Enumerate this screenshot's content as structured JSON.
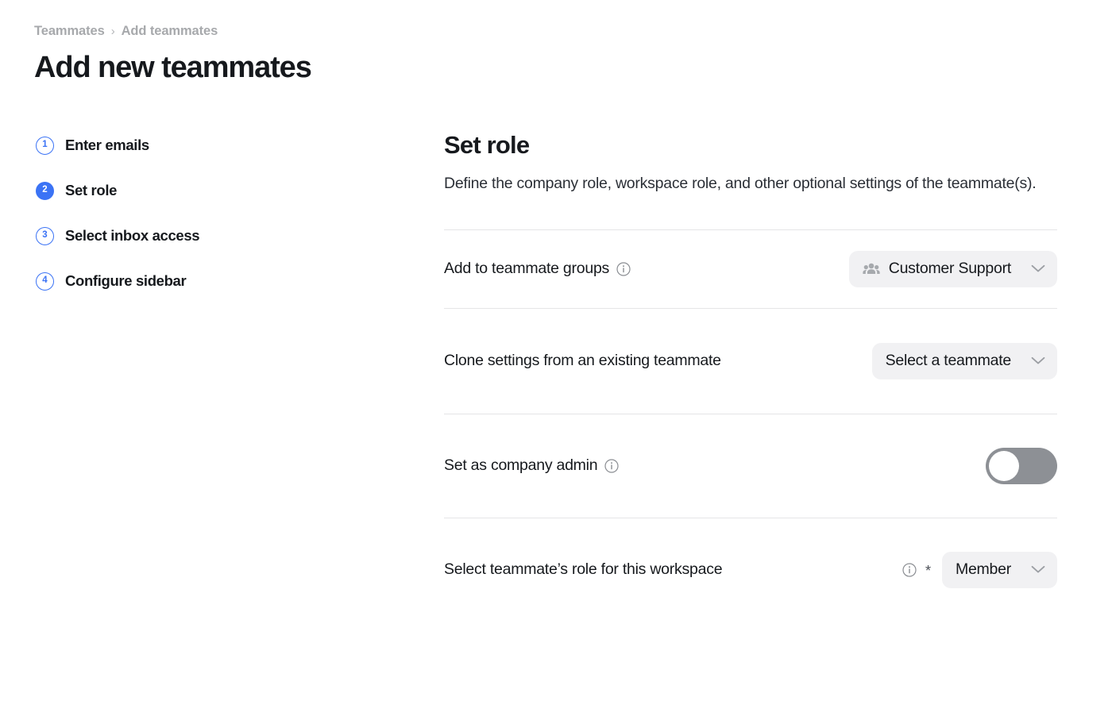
{
  "header": {
    "breadcrumb": {
      "root": "Teammates",
      "separator": "›",
      "current": "Add teammates"
    },
    "title": "Add new teammates"
  },
  "steps": [
    {
      "number": "1",
      "label": "Enter emails",
      "state": "idle"
    },
    {
      "number": "2",
      "label": "Set role",
      "state": "active"
    },
    {
      "number": "3",
      "label": "Select inbox access",
      "state": "idle"
    },
    {
      "number": "4",
      "label": "Configure sidebar",
      "state": "idle"
    }
  ],
  "panel": {
    "title": "Set role",
    "description": "Define the company role, workspace role, and other optional settings of the teammate(s)."
  },
  "rows": {
    "teammate_groups": {
      "label": "Add to teammate groups",
      "info_icon": "info-circle-icon",
      "control_icon": "people-group-icon",
      "value": "Customer Support",
      "chevron": "chevron-down-icon"
    },
    "clone_settings": {
      "label": "Clone settings from an existing teammate",
      "placeholder": "Select a teammate",
      "chevron": "chevron-down-icon"
    },
    "company_admin": {
      "label": "Set as company admin",
      "info_icon": "info-circle-icon",
      "toggle_state": "off"
    },
    "workspace_role": {
      "label": "Select teammate’s role for this workspace",
      "info_icon": "info-circle-icon",
      "required_marker": "*",
      "value": "Member",
      "chevron": "chevron-down-icon"
    }
  },
  "colors": {
    "accent_blue": "#3b73f5",
    "text_primary": "#16191d",
    "text_muted": "#a7a9ac",
    "pill_bg": "#f1f1f3",
    "divider": "#e5e5e7",
    "toggle_off": "#8d9095"
  }
}
